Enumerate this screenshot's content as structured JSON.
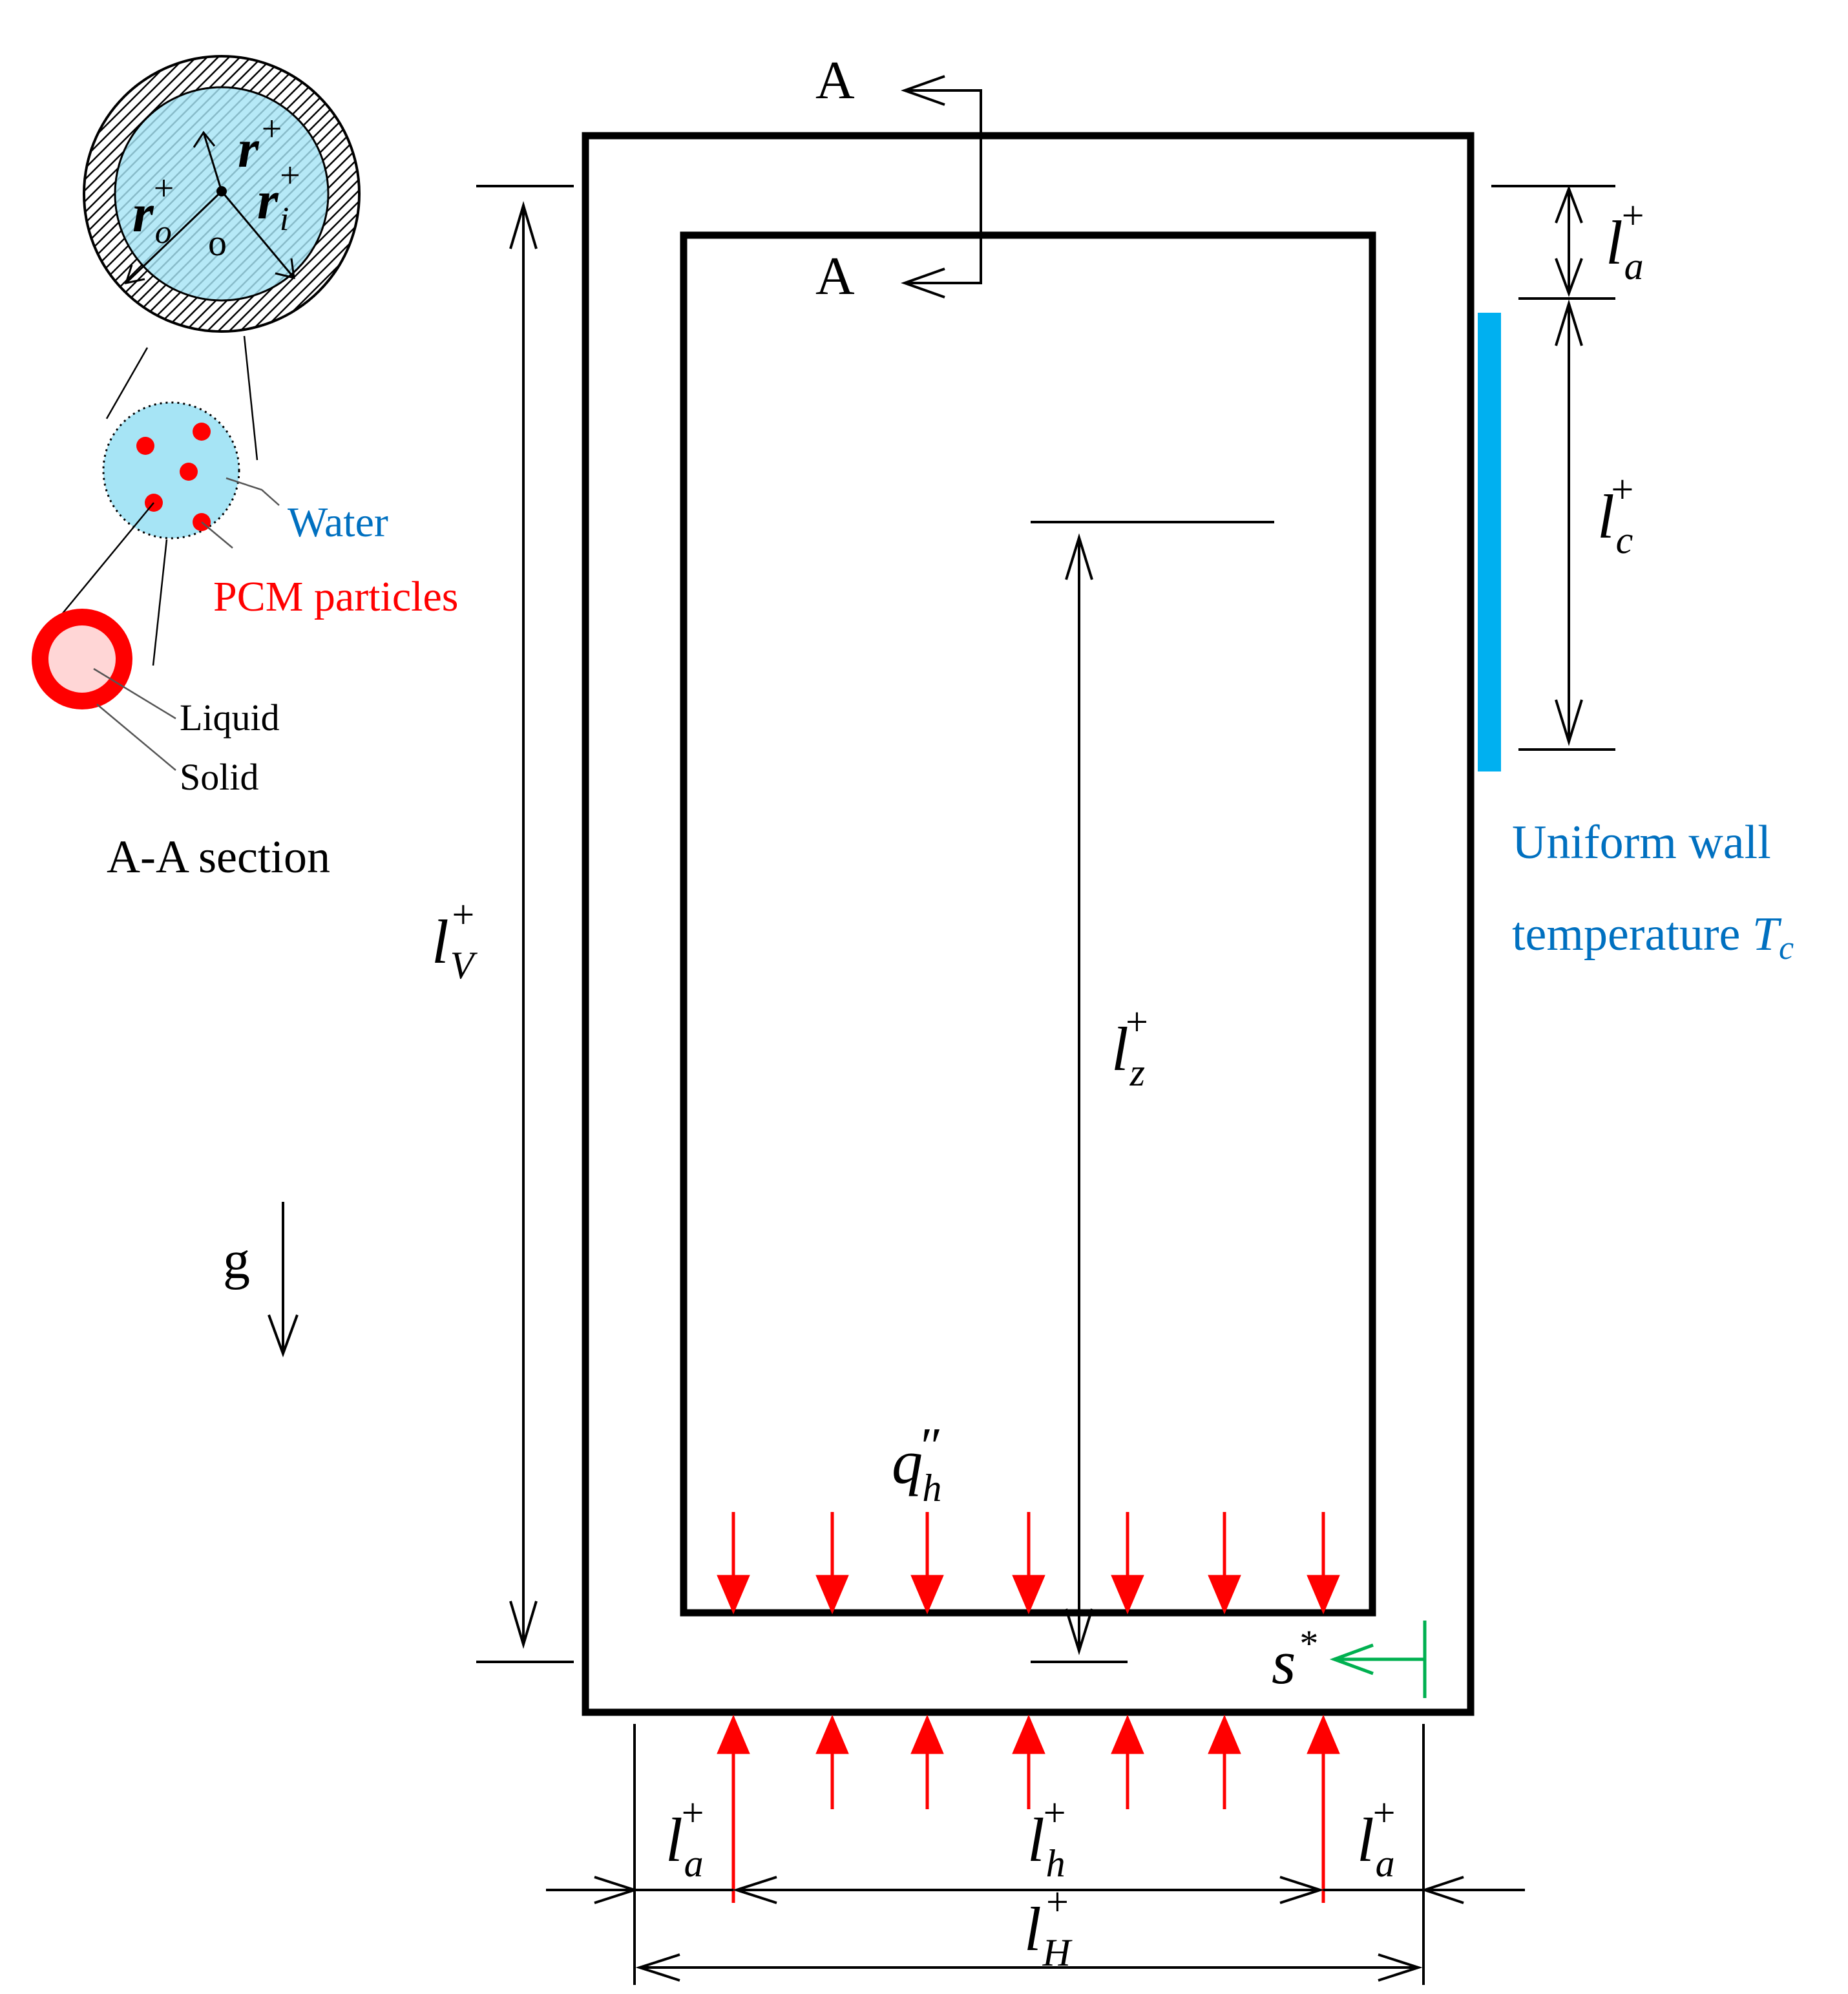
{
  "section": {
    "marker_top": "A",
    "marker_bottom": "A",
    "caption": "A-A section",
    "center_label": "o",
    "r_plus": {
      "base": "r",
      "sup": "+"
    },
    "r_o_plus": {
      "base": "r",
      "sub": "o",
      "sup": "+"
    },
    "r_i_plus": {
      "base": "r",
      "sub": "i",
      "sup": "+"
    }
  },
  "legend": {
    "water": "Water",
    "pcm": "PCM particles",
    "liquid": "Liquid",
    "solid": "Solid"
  },
  "gravity": "g",
  "cold_wall": {
    "line1": "Uniform wall",
    "line2": "temperature ",
    "T": "T",
    "sub": "c"
  },
  "dimensions": {
    "l_a": {
      "base": "l",
      "sub": "a",
      "sup": "+"
    },
    "l_c": {
      "base": "l",
      "sub": "c",
      "sup": "+"
    },
    "l_V": {
      "base": "l",
      "sub": "V",
      "sup": "+"
    },
    "l_z": {
      "base": "l",
      "sub": "z",
      "sup": "+"
    },
    "l_h": {
      "base": "l",
      "sub": "h",
      "sup": "+"
    },
    "l_H": {
      "base": "l",
      "sub": "H",
      "sup": "+"
    }
  },
  "heat_flux": {
    "base": "q",
    "prime": "″",
    "sub": "h"
  },
  "coordinate": {
    "base": "s",
    "sup": "*"
  },
  "colors": {
    "water": "#a6e4f5",
    "pcm_red": "#ff0000",
    "cooler_blue": "#00b0f0",
    "label_blue": "#0070c0",
    "s_green": "#00b050",
    "liquid_pink": "#ffd6d6"
  }
}
